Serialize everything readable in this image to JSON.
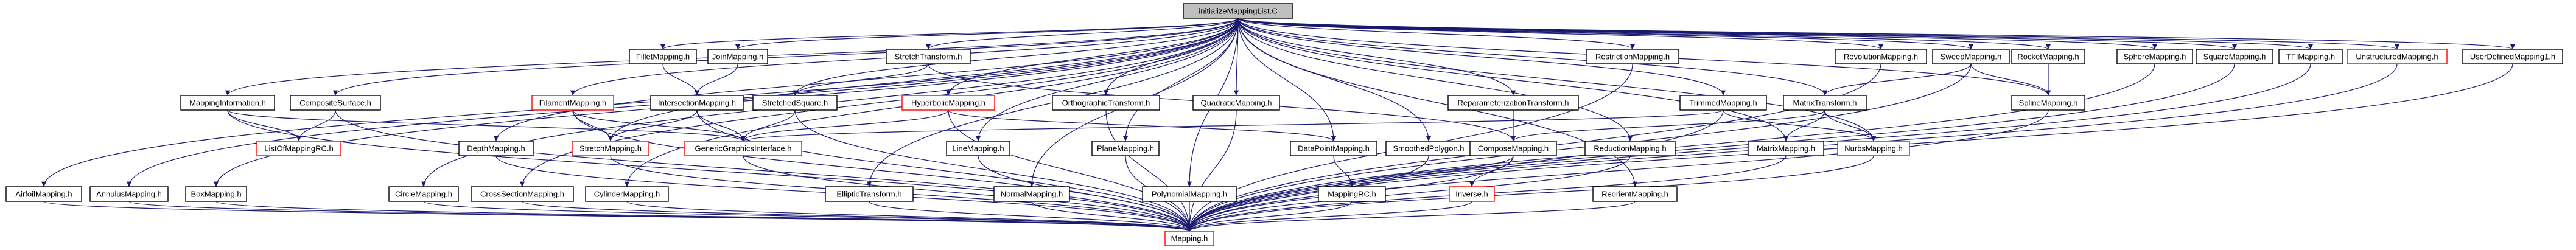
{
  "title": "initializeMappingList.C include dependency graph",
  "colors": {
    "edge": "#191970",
    "root_fill": "#bfbfbf",
    "missing_border": "#ff0000",
    "normal_border": "#000000"
  },
  "nodes": [
    {
      "id": "root",
      "label": "initializeMappingList.C",
      "style": "root"
    },
    {
      "id": "filletmapping",
      "label": "FilletMapping.h",
      "style": "normal"
    },
    {
      "id": "jointmapping",
      "label": "JoinMapping.h",
      "style": "normal"
    },
    {
      "id": "stretchtransform",
      "label": "StretchTransform.h",
      "style": "normal"
    },
    {
      "id": "restrictionmapping",
      "label": "RestrictionMapping.h",
      "style": "normal"
    },
    {
      "id": "revolutionmapping",
      "label": "RevolutionMapping.h",
      "style": "normal"
    },
    {
      "id": "sweepmapping",
      "label": "SweepMapping.h",
      "style": "normal"
    },
    {
      "id": "rocketmapping",
      "label": "RocketMapping.h",
      "style": "normal"
    },
    {
      "id": "spheremapping",
      "label": "SphereMapping.h",
      "style": "normal"
    },
    {
      "id": "squaremapping",
      "label": "SquareMapping.h",
      "style": "normal"
    },
    {
      "id": "tfimapping",
      "label": "TFIMapping.h",
      "style": "normal"
    },
    {
      "id": "unstructuredmapping",
      "label": "UnstructuredMapping.h",
      "style": "missing"
    },
    {
      "id": "userdefinedmapping",
      "label": "UserDefinedMapping1.h",
      "style": "normal"
    },
    {
      "id": "mappinginformation",
      "label": "MappingInformation.h",
      "style": "normal"
    },
    {
      "id": "compositesurface",
      "label": "CompositeSurface.h",
      "style": "normal"
    },
    {
      "id": "filamentmapping",
      "label": "FilamentMapping.h",
      "style": "missing"
    },
    {
      "id": "intersectionmapping",
      "label": "IntersectionMapping.h",
      "style": "normal"
    },
    {
      "id": "stretchedsquare",
      "label": "StretchedSquare.h",
      "style": "normal"
    },
    {
      "id": "hyperbolicmapping",
      "label": "HyperbolicMapping.h",
      "style": "missing"
    },
    {
      "id": "orthographictransform",
      "label": "OrthographicTransform.h",
      "style": "normal"
    },
    {
      "id": "quadraticmapping",
      "label": "QuadraticMapping.h",
      "style": "normal"
    },
    {
      "id": "reparameterizationtransform",
      "label": "ReparameterizationTransform.h",
      "style": "normal"
    },
    {
      "id": "trimmedmapping",
      "label": "TrimmedMapping.h",
      "style": "normal"
    },
    {
      "id": "matrixtransform",
      "label": "MatrixTransform.h",
      "style": "normal"
    },
    {
      "id": "splinemapping",
      "label": "SplineMapping.h",
      "style": "normal"
    },
    {
      "id": "listofmappingrc",
      "label": "ListOfMappingRC.h",
      "style": "missing"
    },
    {
      "id": "depthmapping",
      "label": "DepthMapping.h",
      "style": "normal"
    },
    {
      "id": "stretchmapping",
      "label": "StretchMapping.h",
      "style": "missing"
    },
    {
      "id": "genericgraphicsinterface",
      "label": "GenericGraphicsInterface.h",
      "style": "missing"
    },
    {
      "id": "linemapping",
      "label": "LineMapping.h",
      "style": "normal"
    },
    {
      "id": "planemapping",
      "label": "PlaneMapping.h",
      "style": "normal"
    },
    {
      "id": "dataPointmapping",
      "label": "DataPointMapping.h",
      "style": "normal"
    },
    {
      "id": "smoothedpolygon",
      "label": "SmoothedPolygon.h",
      "style": "normal"
    },
    {
      "id": "composemapping",
      "label": "ComposeMapping.h",
      "style": "normal"
    },
    {
      "id": "reductionmapping",
      "label": "ReductionMapping.h",
      "style": "normal"
    },
    {
      "id": "matrixmapping",
      "label": "MatrixMapping.h",
      "style": "normal"
    },
    {
      "id": "nurbsmapping",
      "label": "NurbsMapping.h",
      "style": "missing"
    },
    {
      "id": "airfoilmapping",
      "label": "AirfoilMapping.h",
      "style": "normal"
    },
    {
      "id": "annulusmapping",
      "label": "AnnulusMapping.h",
      "style": "normal"
    },
    {
      "id": "boxmapping",
      "label": "BoxMapping.h",
      "style": "normal"
    },
    {
      "id": "circlemapping",
      "label": "CircleMapping.h",
      "style": "normal"
    },
    {
      "id": "crosssectionmapping",
      "label": "CrossSectionMapping.h",
      "style": "normal"
    },
    {
      "id": "cylindermapping",
      "label": "CylinderMapping.h",
      "style": "normal"
    },
    {
      "id": "ellipticrtransform",
      "label": "EllipticTransform.h",
      "style": "normal"
    },
    {
      "id": "normalmapping",
      "label": "NormalMapping.h",
      "style": "normal"
    },
    {
      "id": "polynomialmapping",
      "label": "PolynomialMapping.h",
      "style": "normal"
    },
    {
      "id": "inverse",
      "label": "Inverse.h",
      "style": "missing"
    },
    {
      "id": "mappingrc",
      "label": "MappingRC.h",
      "style": "normal"
    },
    {
      "id": "reorientmapping",
      "label": "ReorientMapping.h",
      "style": "normal"
    },
    {
      "id": "mapping",
      "label": "Mapping.h",
      "style": "missing"
    }
  ],
  "edges": [
    [
      "root",
      "filletmapping"
    ],
    [
      "root",
      "jointmapping"
    ],
    [
      "root",
      "stretchtransform"
    ],
    [
      "root",
      "restrictionmapping"
    ],
    [
      "root",
      "revolutionmapping"
    ],
    [
      "root",
      "sweepmapping"
    ],
    [
      "root",
      "rocketmapping"
    ],
    [
      "root",
      "spheremapping"
    ],
    [
      "root",
      "squaremapping"
    ],
    [
      "root",
      "tfimapping"
    ],
    [
      "root",
      "unstructuredmapping"
    ],
    [
      "root",
      "userdefinedmapping"
    ],
    [
      "root",
      "mappinginformation"
    ],
    [
      "root",
      "compositesurface"
    ],
    [
      "root",
      "filamentmapping"
    ],
    [
      "root",
      "stretchedsquare"
    ],
    [
      "root",
      "hyperbolicmapping"
    ],
    [
      "root",
      "orthographictransform"
    ],
    [
      "root",
      "quadraticmapping"
    ],
    [
      "root",
      "reparameterizationtransform"
    ],
    [
      "root",
      "trimmedmapping"
    ],
    [
      "root",
      "matrixtransform"
    ],
    [
      "root",
      "splinemapping"
    ],
    [
      "root",
      "depthmapping"
    ],
    [
      "root",
      "stretchmapping"
    ],
    [
      "root",
      "linemapping"
    ],
    [
      "root",
      "planemapping"
    ],
    [
      "root",
      "dataPointmapping"
    ],
    [
      "root",
      "smoothedpolygon"
    ],
    [
      "root",
      "reductionmapping"
    ],
    [
      "root",
      "matrixmapping"
    ],
    [
      "root",
      "nurbsmapping"
    ],
    [
      "root",
      "airfoilmapping"
    ],
    [
      "root",
      "annulusmapping"
    ],
    [
      "root",
      "boxmapping"
    ],
    [
      "root",
      "circlemapping"
    ],
    [
      "root",
      "crosssectionmapping"
    ],
    [
      "root",
      "cylindermapping"
    ],
    [
      "root",
      "ellipticrtransform"
    ],
    [
      "root",
      "normalmapping"
    ],
    [
      "root",
      "polynomialmapping"
    ],
    [
      "root",
      "reorientmapping"
    ],
    [
      "filletmapping",
      "intersectionmapping"
    ],
    [
      "jointmapping",
      "intersectionmapping"
    ],
    [
      "stretchtransform",
      "stretchedsquare"
    ],
    [
      "stretchtransform",
      "composemapping"
    ],
    [
      "restrictionmapping",
      "mapping"
    ],
    [
      "revolutionmapping",
      "mapping"
    ],
    [
      "sweepmapping",
      "matrixtransform"
    ],
    [
      "sweepmapping",
      "splinemapping"
    ],
    [
      "sweepmapping",
      "mapping"
    ],
    [
      "rocketmapping",
      "splinemapping"
    ],
    [
      "spheremapping",
      "mapping"
    ],
    [
      "squaremapping",
      "mapping"
    ],
    [
      "tfimapping",
      "mapping"
    ],
    [
      "unstructuredmapping",
      "mapping"
    ],
    [
      "userdefinedmapping",
      "mapping"
    ],
    [
      "mappinginformation",
      "listofmappingrc"
    ],
    [
      "mappinginformation",
      "genericgraphicsinterface"
    ],
    [
      "mappinginformation",
      "mapping"
    ],
    [
      "compositesurface",
      "listofmappingrc"
    ],
    [
      "compositesurface",
      "mapping"
    ],
    [
      "filamentmapping",
      "stretchmapping"
    ],
    [
      "filamentmapping",
      "genericgraphicsinterface"
    ],
    [
      "filamentmapping",
      "mapping"
    ],
    [
      "intersectionmapping",
      "genericgraphicsinterface"
    ],
    [
      "intersectionmapping",
      "stretchmapping"
    ],
    [
      "intersectionmapping",
      "mapping"
    ],
    [
      "stretchedsquare",
      "genericgraphicsinterface"
    ],
    [
      "stretchedsquare",
      "mapping"
    ],
    [
      "hyperbolicmapping",
      "genericgraphicsinterface"
    ],
    [
      "hyperbolicmapping",
      "dataPointmapping"
    ],
    [
      "hyperbolicmapping",
      "mapping"
    ],
    [
      "orthographictransform",
      "mapping"
    ],
    [
      "quadraticmapping",
      "mapping"
    ],
    [
      "reparameterizationtransform",
      "composemapping"
    ],
    [
      "trimmedmapping",
      "genericgraphicsinterface"
    ],
    [
      "trimmedmapping",
      "nurbsmapping"
    ],
    [
      "trimmedmapping",
      "mapping"
    ],
    [
      "matrixtransform",
      "composemapping"
    ],
    [
      "matrixtransform",
      "matrixmapping"
    ],
    [
      "matrixtransform",
      "nurbsmapping"
    ],
    [
      "splinemapping",
      "mapping"
    ],
    [
      "depthmapping",
      "mapping"
    ],
    [
      "stretchmapping",
      "mapping"
    ],
    [
      "genericgraphicsinterface",
      "mapping"
    ],
    [
      "linemapping",
      "mapping"
    ],
    [
      "planemapping",
      "mapping"
    ],
    [
      "dataPointmapping",
      "mappingrc"
    ],
    [
      "smoothedpolygon",
      "mapping"
    ],
    [
      "composemapping",
      "inverse"
    ],
    [
      "composemapping",
      "mappingrc"
    ],
    [
      "composemapping",
      "mapping"
    ],
    [
      "reductionmapping",
      "mapping"
    ],
    [
      "matrixmapping",
      "mapping"
    ],
    [
      "nurbsmapping",
      "mapping"
    ],
    [
      "airfoilmapping",
      "mapping"
    ],
    [
      "annulusmapping",
      "mapping"
    ],
    [
      "boxmapping",
      "mapping"
    ],
    [
      "circlemapping",
      "mapping"
    ],
    [
      "crosssectionmapping",
      "mapping"
    ],
    [
      "cylindermapping",
      "mapping"
    ],
    [
      "ellipticrtransform",
      "mapping"
    ],
    [
      "normalmapping",
      "mapping"
    ],
    [
      "polynomialmapping",
      "mapping"
    ],
    [
      "inverse",
      "mapping"
    ],
    [
      "mappingrc",
      "mapping"
    ],
    [
      "reorientmapping",
      "mapping"
    ]
  ]
}
